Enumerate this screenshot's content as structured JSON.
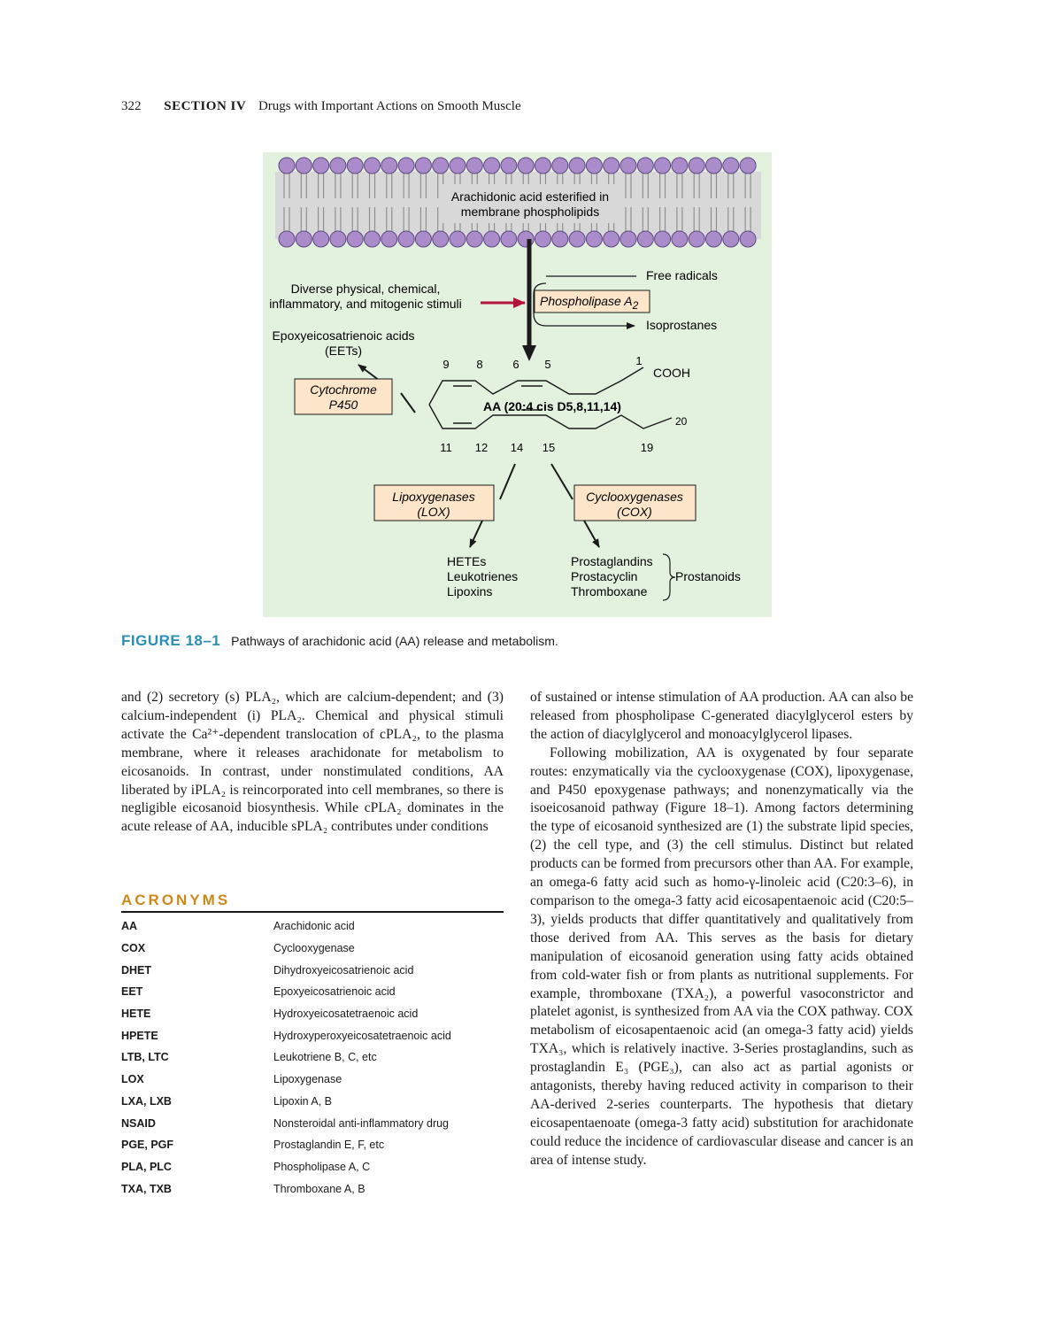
{
  "header": {
    "page_number": "322",
    "section": "SECTION IV",
    "section_title": "Drugs with Important Actions on Smooth Muscle"
  },
  "figure": {
    "membrane_label_1": "Arachidonic acid esterified in",
    "membrane_label_2": "membrane phospholipids",
    "stimuli_1": "Diverse physical, chemical,",
    "stimuli_2": "inflammatory, and mitogenic stimuli",
    "pla2": "Phospholipase A",
    "pla2_sub": "2",
    "free_radicals": "Free radicals",
    "isoprostanes": "Isoprostanes",
    "eets_1": "Epoxyeicosatrienoic acids",
    "eets_2": "(EETs)",
    "cyp_1": "Cytochrome",
    "cyp_2": "P450",
    "num_9": "9",
    "num_8": "8",
    "num_6": "6",
    "num_5": "5",
    "num_1": "1",
    "cooh": "COOH",
    "aa_label": "AA (20:4 cis D5,8,11,14)",
    "num_20": "20",
    "num_11": "11",
    "num_12": "12",
    "num_14": "14",
    "num_15": "15",
    "num_19": "19",
    "lox_1": "Lipoxygenases",
    "lox_2": "(LOX)",
    "cox_1": "Cyclooxygenases",
    "cox_2": "(COX)",
    "hetes": "HETEs",
    "leukotrienes": "Leukotrienes",
    "lipoxins": "Lipoxins",
    "prostaglandins": "Prostaglandins",
    "prostacyclin": "Prostacyclin",
    "thromboxane": "Thromboxane",
    "prostanoids": "Prostanoids",
    "colors": {
      "background": "#e3f1df",
      "membrane_band": "#d8d8d8",
      "head": "#a98cc9",
      "box": "#fce5c8",
      "stimulus_arrow": "#b3123a"
    }
  },
  "caption": {
    "number": "FIGURE 18–1",
    "text": "Pathways of arachidonic acid (AA) release and metabolism."
  },
  "left_column": {
    "paragraph": "and (2) secretory (s) PLA₂, which are calcium-dependent; and (3) calcium-independent (i) PLA₂. Chemical and physical stimuli activate the Ca²⁺-dependent translocation of cPLA₂, to the plasma membrane, where it releases arachidonate for metabolism to eicosanoids. In contrast, under nonstimulated conditions, AA liberated by iPLA₂ is reincorporated into cell membranes, so there is negligible eicosanoid biosynthesis. While cPLA₂ dominates in the acute release of AA, inducible sPLA₂ contributes under conditions"
  },
  "acronyms": {
    "title": "ACRONYMS",
    "rows": [
      {
        "abbr": "AA",
        "def": "Arachidonic acid"
      },
      {
        "abbr": "COX",
        "def": "Cyclooxygenase"
      },
      {
        "abbr": "DHET",
        "def": "Dihydroxyeicosatrienoic acid"
      },
      {
        "abbr": "EET",
        "def": "Epoxyeicosatrienoic acid"
      },
      {
        "abbr": "HETE",
        "def": "Hydroxyeicosatetraenoic acid"
      },
      {
        "abbr": "HPETE",
        "def": "Hydroxyperoxyeicosatetraenoic acid"
      },
      {
        "abbr": "LTB, LTC",
        "def": "Leukotriene B, C, etc"
      },
      {
        "abbr": "LOX",
        "def": "Lipoxygenase"
      },
      {
        "abbr": "LXA, LXB",
        "def": "Lipoxin A, B"
      },
      {
        "abbr": "NSAID",
        "def": "Nonsteroidal anti-inflammatory drug"
      },
      {
        "abbr": "PGE, PGF",
        "def": "Prostaglandin E, F, etc"
      },
      {
        "abbr": "PLA, PLC",
        "def": "Phospholipase A, C"
      },
      {
        "abbr": "TXA, TXB",
        "def": "Thromboxane A, B"
      }
    ]
  },
  "right_column": {
    "paragraph_1": "of sustained or intense stimulation of AA production. AA can also be released from phospholipase C-generated diacylglycerol esters by the action of diacylglycerol and monoacylglycerol lipases.",
    "paragraph_2": "Following mobilization, AA is oxygenated by four separate routes: enzymatically via the cyclooxygenase (COX), lipoxygenase, and P450 epoxygenase pathways; and nonenzymatically via the isoeicosanoid pathway (Figure 18–1). Among factors determining the type of eicosanoid synthesized are (1) the substrate lipid species, (2) the cell type, and (3) the cell stimulus. Distinct but related products can be formed from precursors other than AA. For example, an omega-6 fatty acid such as homo-γ-linoleic acid (C20:3–6), in comparison to the omega-3 fatty acid eicosapentaenoic acid (C20:5–3), yields products that differ quantitatively and qualitatively from those derived from AA. This serves as the basis for dietary manipulation of eicosanoid generation using fatty acids obtained from cold-water fish or from plants as nutritional supplements. For example, thromboxane (TXA₂), a powerful vasoconstrictor and platelet agonist, is synthesized from AA via the COX pathway. COX metabolism of eicosapentaenoic acid (an omega-3 fatty acid) yields TXA₃, which is relatively inactive. 3-Series prostaglandins, such as prostaglandin E₃ (PGE₃), can also act as partial agonists or antagonists, thereby having reduced activity in comparison to their AA-derived 2-series counterparts. The hypothesis that dietary eicosapentaenoate (omega-3 fatty acid) substitution for arachidonate could reduce the incidence of cardiovascular disease and cancer is an area of intense study."
  }
}
